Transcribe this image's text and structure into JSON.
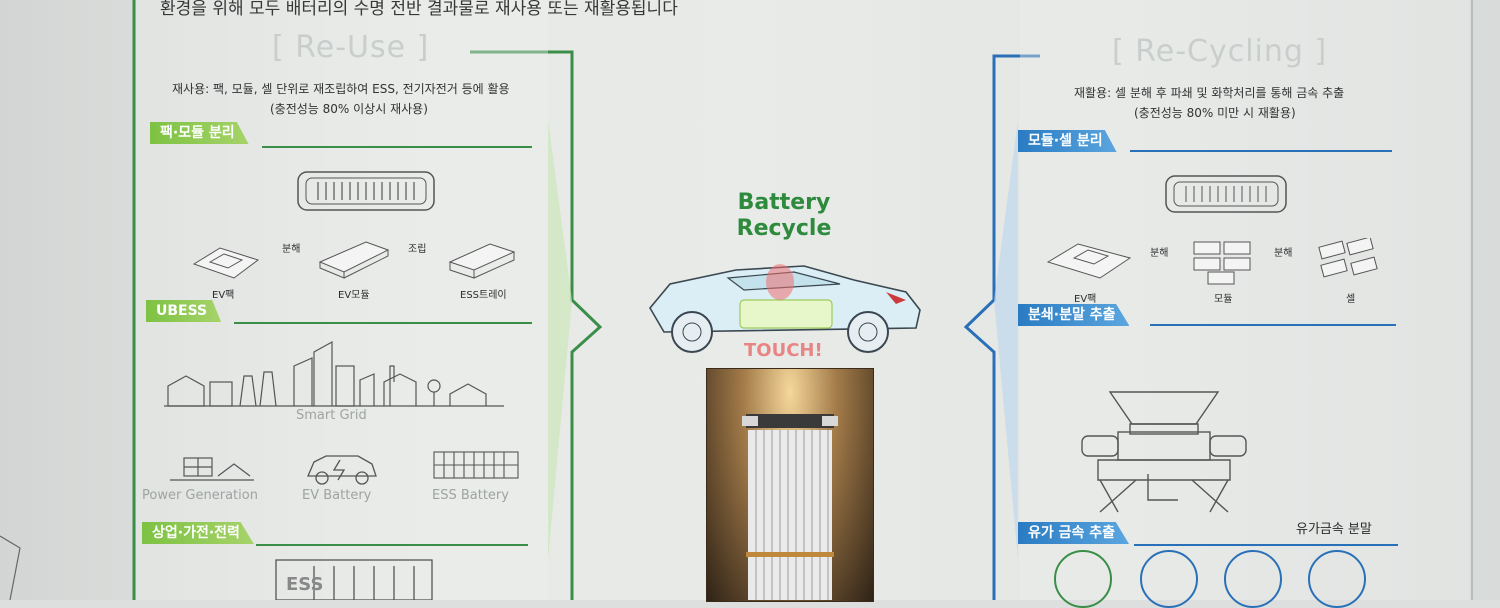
{
  "header": {
    "top_text": "환경을 위해 모두 배터리의 수명 전반 결과물로 재사용 또는 재활용됩니다"
  },
  "reuse": {
    "title": "[ Re-Use ]",
    "desc1": "재사용: 팩, 모듈, 셀 단위로 재조립하여 ESS, 전기자전거 등에 활용",
    "desc2": "(충전성능 80% 이상시 재사용)",
    "sections": [
      {
        "label": "팩·모듈 분리"
      },
      {
        "label": "UBESS"
      },
      {
        "label": "상업·가전·전력"
      }
    ],
    "step_labels": {
      "disassemble": "분해",
      "assemble": "조립"
    },
    "items": [
      "EV팩",
      "EV모듈",
      "ESS트레이"
    ],
    "outline_labels": {
      "smart_grid": "Smart Grid",
      "power_gen": "Power Generation",
      "ev_battery": "EV Battery",
      "ess_battery": "ESS Battery",
      "ess_box": "ESS"
    }
  },
  "center": {
    "line1": "Battery",
    "line2": "Recycle",
    "touch": "TOUCH!"
  },
  "recycle": {
    "title": "[ Re-Cycling ]",
    "desc1": "재활용: 셀 분해 후 파쇄 및 화학처리를 통해 금속 추출",
    "desc2": "(충전성능 80% 미만 시 재활용)",
    "sections": [
      {
        "label": "모듈·셀 분리"
      },
      {
        "label": "분쇄·분말 추출"
      },
      {
        "label": "유가 금속 추출"
      }
    ],
    "step_labels": {
      "disassemble1": "분해",
      "disassemble2": "분해"
    },
    "items": [
      "EV팩",
      "모듈",
      "셀"
    ],
    "powder_label": "유가금속 분말"
  },
  "colors": {
    "green": "#2e8a3c",
    "lightgreen": "#7dc242",
    "blue": "#2a7bc2",
    "lightblue": "#5ba6df"
  }
}
